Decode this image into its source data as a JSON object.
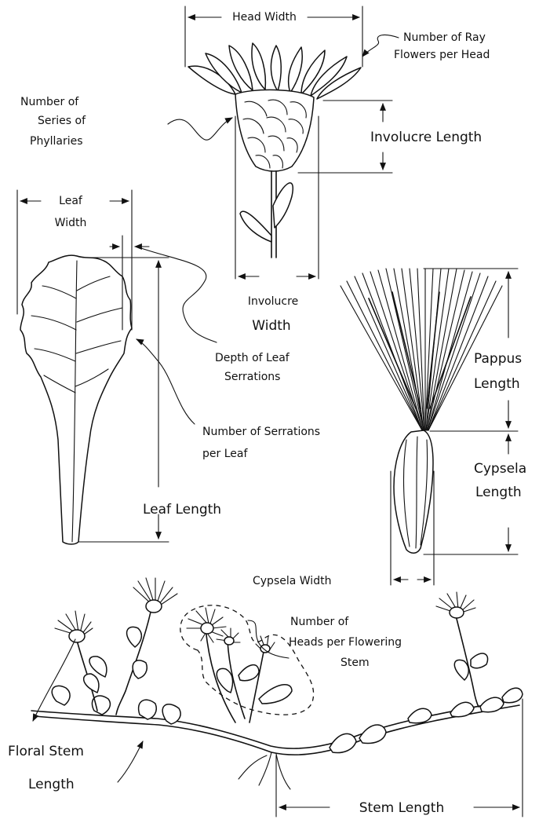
{
  "labels": {
    "head_width": "Head Width",
    "ray_flowers": [
      "Number of Ray",
      "Flowers per Head"
    ],
    "phyllaries": [
      "Number of",
      "Series of",
      "Phyllaries"
    ],
    "involucre_length": "Involucre Length",
    "leaf_width": [
      "Leaf",
      "Width"
    ],
    "involucre_width": [
      "Involucre",
      "Width"
    ],
    "leaf_serration_depth": [
      "Depth of Leaf",
      "Serrations"
    ],
    "pappus_length": [
      "Pappus",
      "Length"
    ],
    "serrations_per_leaf": [
      "Number of Serrations",
      "per Leaf"
    ],
    "cypsela_length": [
      "Cypsela",
      "Length"
    ],
    "leaf_length": "Leaf Length",
    "cypsela_width": "Cypsela Width",
    "heads_per_stem": [
      "Number of",
      "Heads per Flowering",
      "Stem"
    ],
    "floral_stem_length": [
      "Floral Stem",
      "Length"
    ],
    "stem_length": "Stem Length"
  }
}
